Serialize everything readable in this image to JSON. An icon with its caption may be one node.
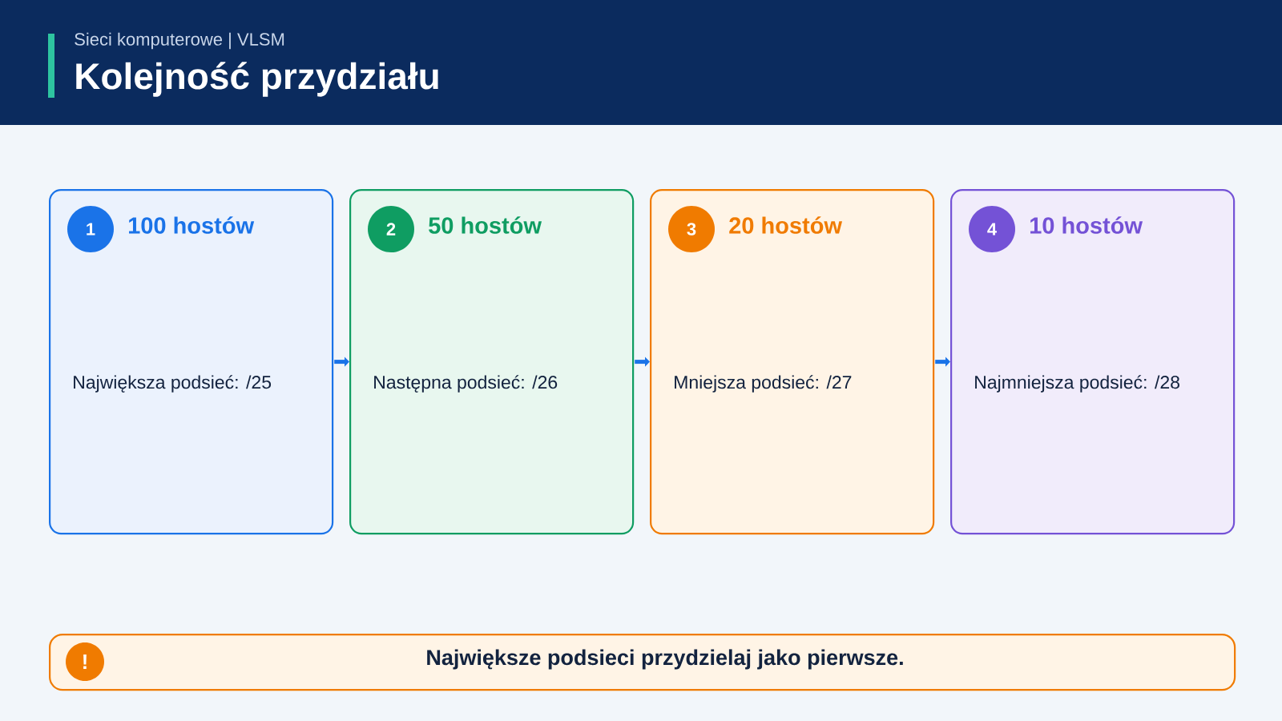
{
  "diagram": {
    "title": "Kolejność przydziału",
    "nodes": [
      {
        "text": [
          "1",
          "100 hostów",
          "Największa podsieć: /25"
        ]
      },
      {
        "text": [
          "2",
          "50 hostów",
          "Następna podsieć: /26"
        ]
      },
      {
        "text": [
          "3",
          "20 hostów",
          "Mniejsza podsieć: /27"
        ]
      },
      {
        "text": [
          "4",
          "10 hostów",
          "Najmniejsza podsieć: /28"
        ]
      },
      {
        "text": [
          "!",
          "Największe podsieci przydzielaj jako pierwsze."
        ]
      }
    ],
    "edges": [
      {
        "from": 0,
        "to": 1,
        "arrow": "to"
      },
      {
        "from": 1,
        "to": 2,
        "arrow": "to"
      },
      {
        "from": 2,
        "to": 3,
        "arrow": "to"
      }
    ],
    "labels": [
      "Sieci komputerowe | VLSM"
    ]
  }
}
